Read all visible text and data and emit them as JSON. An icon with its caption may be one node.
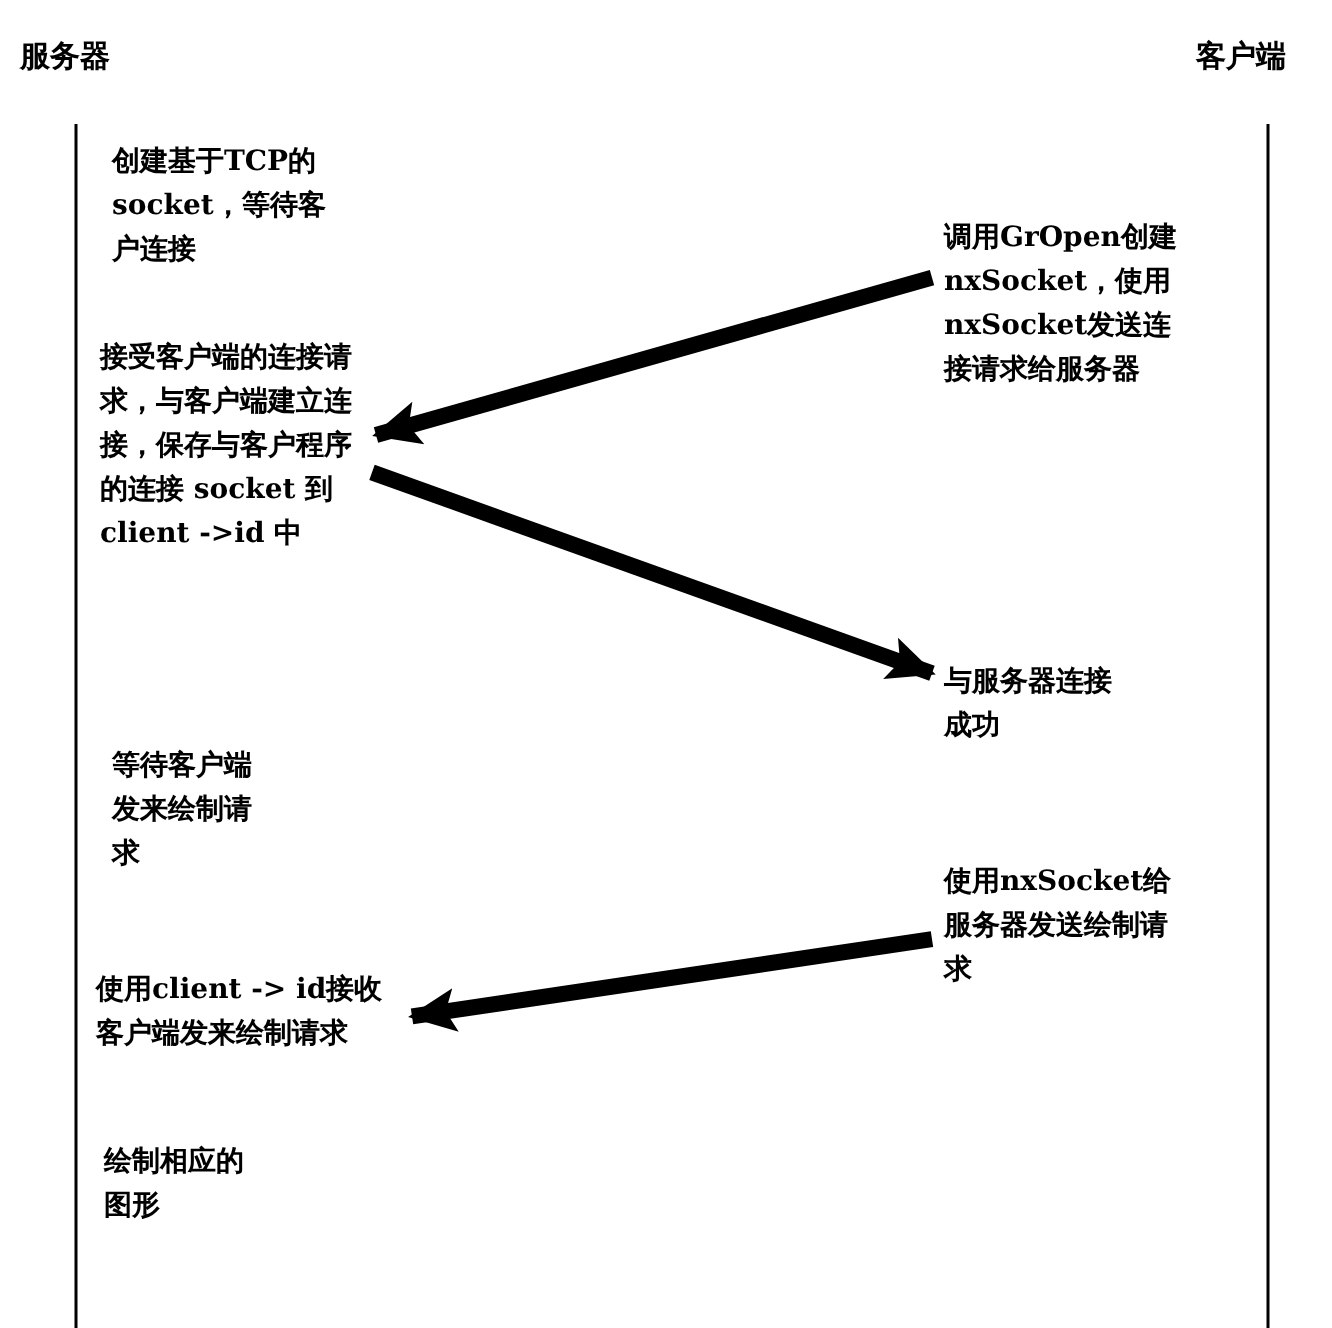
{
  "diagram": {
    "nodes": [
      {
        "text": [
          "创建基于TCP的socket，等待客户连接"
        ]
      },
      {
        "text": [
          "调用GrOpen创建nxSocket，使用nxSocket发送连接请求给服务器"
        ]
      },
      {
        "text": [
          "接受客户端的连接请求，与客户端建立连接，保存与客户程序的连接 socket 到 client ->id 中"
        ]
      },
      {
        "text": [
          "与服务器连接成功"
        ]
      },
      {
        "text": [
          "等待客户端发来绘制请求"
        ]
      },
      {
        "text": [
          "使用nxSocket给服务器发送绘制请求"
        ]
      },
      {
        "text": [
          "使用client -> id接收客户端发来绘制请求"
        ]
      },
      {
        "text": [
          "绘制相应的图形"
        ]
      }
    ],
    "edges": [
      {
        "from": 1,
        "to": 2,
        "arrow": "to"
      },
      {
        "from": 2,
        "to": 3,
        "arrow": "to"
      },
      {
        "from": 5,
        "to": 6,
        "arrow": "to"
      }
    ],
    "labels": [
      "服务器",
      "客户端"
    ]
  }
}
